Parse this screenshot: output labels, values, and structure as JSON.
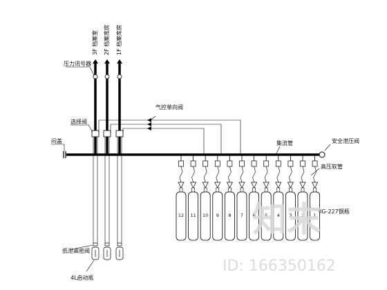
{
  "risers": [
    {
      "floor": "3F",
      "room": "档案室"
    },
    {
      "floor": "2F",
      "room": "档案库房"
    },
    {
      "floor": "1F",
      "room": "档案库房"
    }
  ],
  "labels": {
    "pressure_switch": "压力讯号器",
    "selector_valve": "选择阀",
    "pneumatic_check_valve": "气控单向阀",
    "plug": "闷盖",
    "collector_pipe": "集流管",
    "safety_relief_valve": "安全泄压阀",
    "high_pressure_hose": "高压软管",
    "cylinder_spec": "IG-227钢瓶",
    "low_leak_valve": "低泄高密阀",
    "start_cylinder": "4L启动瓶"
  },
  "cylinders": [
    "12",
    "11",
    "10",
    "9",
    "8",
    "7",
    "6",
    "5",
    "4",
    "3",
    "2",
    "1"
  ],
  "watermark": {
    "logo_text": "知末",
    "id_text": "ID: 166350162"
  }
}
